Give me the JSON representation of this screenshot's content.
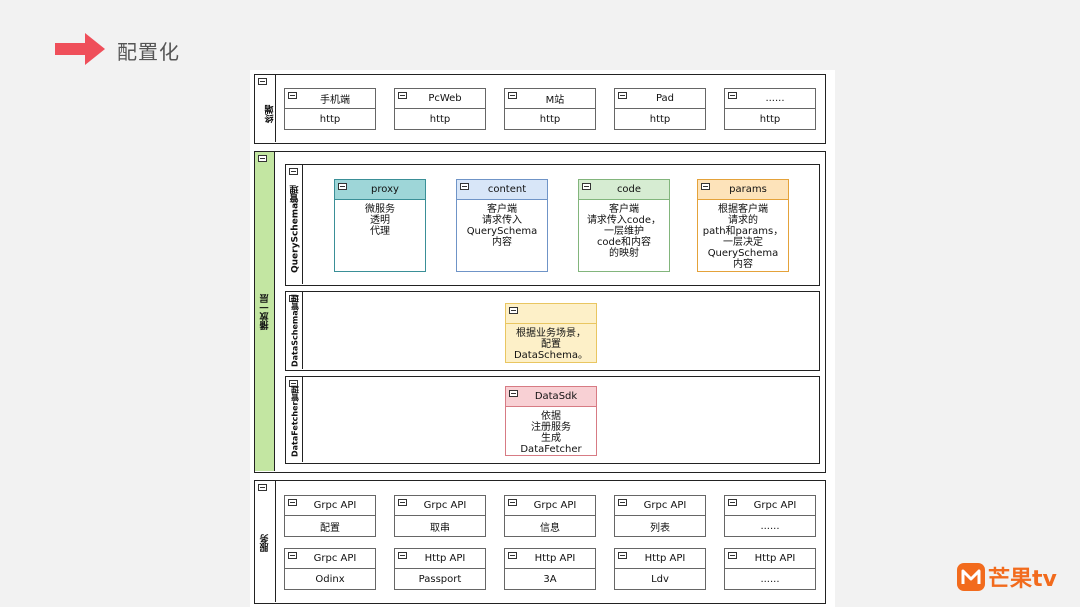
{
  "page": {
    "title": "配置化"
  },
  "top": {
    "label": "终端",
    "nodes": [
      {
        "title": "手机端",
        "value": "http"
      },
      {
        "title": "PcWeb",
        "value": "http"
      },
      {
        "title": "M站",
        "value": "http"
      },
      {
        "title": "Pad",
        "value": "http"
      },
      {
        "title": "......",
        "value": "http"
      }
    ]
  },
  "middle": {
    "label": "播放一层",
    "qs": {
      "label": "QuerySchema管理",
      "cards": [
        {
          "title": "proxy",
          "lines": [
            "微服务",
            "透明",
            "代理"
          ]
        },
        {
          "title": "content",
          "lines": [
            "客户端",
            "请求传入",
            "QuerySchema",
            "内容"
          ]
        },
        {
          "title": "code",
          "lines": [
            "客户端",
            "请求传入code，",
            "一层维护",
            "code和内容",
            "的映射"
          ]
        },
        {
          "title": "params",
          "lines": [
            "根据客户端",
            "请求的",
            "path和params，",
            "一层决定",
            "QuerySchema",
            "内容"
          ]
        }
      ]
    },
    "ds": {
      "label": "DataSchema管理",
      "card": {
        "lines": [
          "根据业务场景，",
          "配置",
          "DataSchema。"
        ]
      }
    },
    "df": {
      "label": "DataFetcher管理",
      "card": {
        "title": "DataSdk",
        "lines": [
          "依据",
          "注册服务",
          "生成",
          "DataFetcher"
        ]
      }
    }
  },
  "bottom": {
    "label": "服务",
    "row1": [
      {
        "title": "Grpc API",
        "value": "配置"
      },
      {
        "title": "Grpc API",
        "value": "取串"
      },
      {
        "title": "Grpc API",
        "value": "信息"
      },
      {
        "title": "Grpc API",
        "value": "列表"
      },
      {
        "title": "Grpc API",
        "value": "......"
      }
    ],
    "row2": [
      {
        "title": "Grpc API",
        "value": "Odinx"
      },
      {
        "title": "Http API",
        "value": "Passport"
      },
      {
        "title": "Http API",
        "value": "3A"
      },
      {
        "title": "Http API",
        "value": "Ldv"
      },
      {
        "title": "Http API",
        "value": "......"
      }
    ]
  },
  "logo": {
    "text": "芒果tv"
  },
  "colors": {
    "arrow": "#ef4f5a",
    "middle_band": "#c3e6a2",
    "proxy": "#9ed6d8",
    "content": "#d8e6f8",
    "code": "#d6ecd2",
    "params": "#fde3ba",
    "ds": "#fdf0c8",
    "df": "#f8d0d4",
    "logo": "#f26b1d"
  }
}
